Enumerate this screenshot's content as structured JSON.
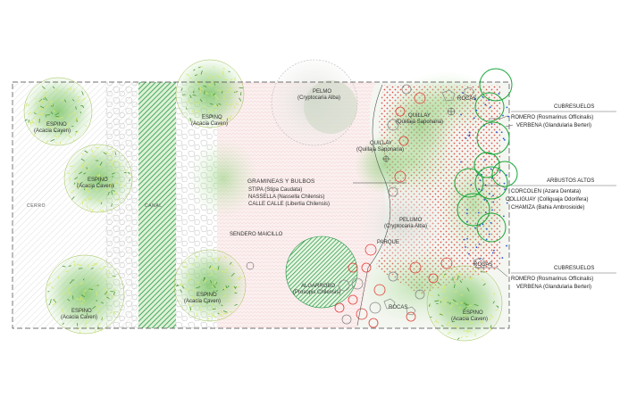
{
  "plan": {
    "zones": {
      "cerro": "CERRO",
      "canal": "CANAL",
      "sendero": "SENDERO MAICILLO",
      "parque": "PARQUE"
    },
    "trees": {
      "espino": "ESPINO",
      "espino_sci": "(Acacia Caven)",
      "pelmo": "PELMO",
      "pelmo_sci": "(Cryptocaria Alba)",
      "pelumo": "PELUMO",
      "quillay": "QUILLAY",
      "quillay_sci": "(Quillaja Saponaria)",
      "algarrobo": "ALGARROBO",
      "algarrobo_sci": "(Prosopis Chilensis)"
    },
    "rocks": "ROCAS",
    "grasses": {
      "title": "GRAMINEAS Y BULBOS",
      "items": [
        "STIPA (Stipa Caudata)",
        "NASSELLA (Nassella Chilensis)",
        "CALLE CALLE (Libertia Chilensis)"
      ]
    },
    "right_labels": {
      "cubre_top_title": "CUBRESUELOS",
      "cubre_top": [
        "ROMERO (Rosmarinus Officinalis)",
        "VERBENA (Glandularia Berteri)"
      ],
      "arbustos_title": "ARBUSTOS ALTOS",
      "arbustos": [
        "CORCOLEN (Azara Dentata)",
        "COLLIGUAY (Colliguaja Odorifera)",
        "CHAMIZA (Bahia Ambrosioide)"
      ],
      "cubre_bottom_title": "CUBRESUELOS",
      "cubre_bottom": [
        "ROMERO (Rosmarinus Officinalis)",
        "VERBENA (Glandularia Berteri)"
      ]
    },
    "colors": {
      "green_dark": "#1f9a45",
      "green_light": "#b9e0a8",
      "tree_yellow": "#d8e86a",
      "dots_red": "#e0403a",
      "dots_blue": "#2a55d8",
      "ring_green": "#19a63a",
      "rock_gray": "#8a8a8a"
    }
  }
}
